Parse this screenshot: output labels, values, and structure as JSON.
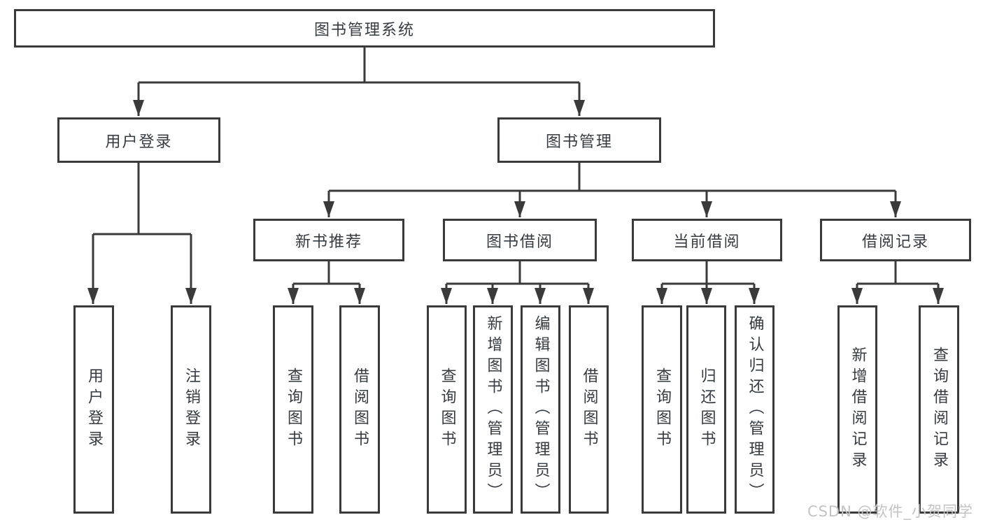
{
  "diagram": {
    "root": {
      "label": "图书管理系统"
    },
    "level2": [
      {
        "label": "用户登录"
      },
      {
        "label": "图书管理"
      }
    ],
    "level3": [
      {
        "label": "新书推荐"
      },
      {
        "label": "图书借阅"
      },
      {
        "label": "当前借阅"
      },
      {
        "label": "借阅记录"
      }
    ],
    "leaves": [
      {
        "label": "用户登录"
      },
      {
        "label": "注销登录"
      },
      {
        "label": "查询图书"
      },
      {
        "label": "借阅图书"
      },
      {
        "label": "查询图书"
      },
      {
        "label": "新增图书（管理员）"
      },
      {
        "label": "编辑图书（管理员）"
      },
      {
        "label": "借阅图书"
      },
      {
        "label": "查询图书"
      },
      {
        "label": "归还图书"
      },
      {
        "label": "确认归还（管理员）"
      },
      {
        "label": "新增借阅记录"
      },
      {
        "label": "查询借阅记录"
      }
    ]
  },
  "watermark": {
    "text": "CSDN @软件_小贺同学"
  },
  "colors": {
    "line": "#3a3a3a",
    "text": "#363b42",
    "watermark": "#c3c3c3",
    "background": "#ffffff"
  }
}
